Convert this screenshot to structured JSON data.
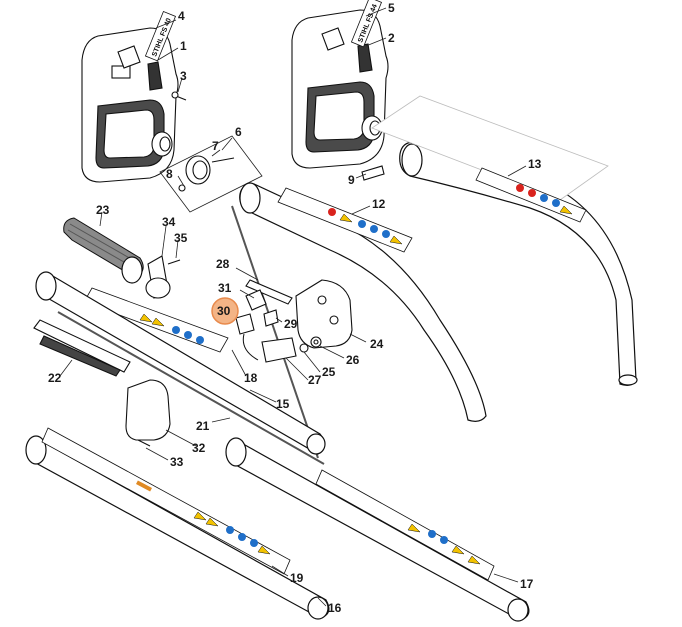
{
  "callouts": [
    "1",
    "2",
    "3",
    "4",
    "5",
    "6",
    "7",
    "8",
    "9",
    "12",
    "13",
    "15",
    "16",
    "17",
    "18",
    "19",
    "21",
    "22",
    "23",
    "24",
    "25",
    "26",
    "27",
    "28",
    "29",
    "30",
    "31",
    "32",
    "33",
    "34",
    "35"
  ],
  "highlight": {
    "label": "30",
    "color": "#f0a36a"
  },
  "brand_labels": [
    "STIHL FS 40",
    "STIHL FS 44"
  ],
  "colors": {
    "line": "#111111",
    "label_warning": "#f2c200",
    "label_prohibit": "#d9231d",
    "label_mandatory": "#1f6fc9",
    "label_stripe": "#e08a24"
  }
}
